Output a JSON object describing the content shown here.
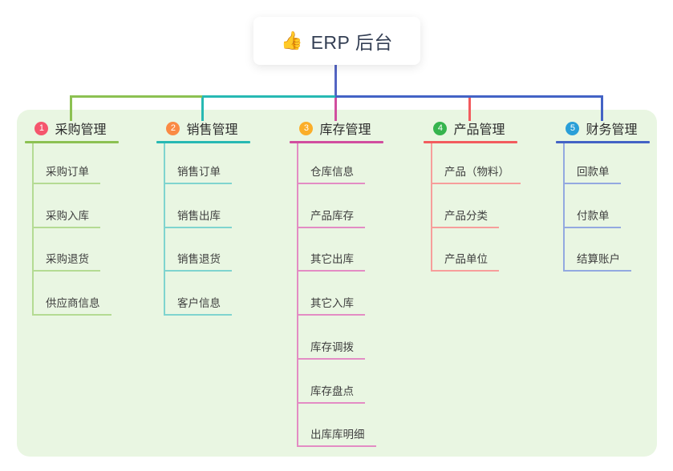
{
  "root": {
    "icon": "👍",
    "label": "ERP 后台"
  },
  "branches": [
    {
      "badge": "1",
      "label": "采购管理",
      "badge_color": "#f5566d",
      "line_color": "#8cc152",
      "light_line_color": "#b4db93",
      "children": [
        "采购订单",
        "采购入库",
        "采购退货",
        "供应商信息"
      ]
    },
    {
      "badge": "2",
      "label": "销售管理",
      "badge_color": "#fa8a44",
      "line_color": "#27b9b3",
      "light_line_color": "#7fd4cf",
      "children": [
        "销售订单",
        "销售出库",
        "销售退货",
        "客户信息"
      ]
    },
    {
      "badge": "3",
      "label": "库存管理",
      "badge_color": "#fbae29",
      "line_color": "#d14e9f",
      "light_line_color": "#e38cc4",
      "children": [
        "仓库信息",
        "产品库存",
        "其它出库",
        "其它入库",
        "库存调拨",
        "库存盘点",
        "出库库明细"
      ]
    },
    {
      "badge": "4",
      "label": "产品管理",
      "badge_color": "#36b44e",
      "line_color": "#f25b5e",
      "light_line_color": "#f79e9b",
      "children": [
        "产品（物料）",
        "产品分类",
        "产品单位"
      ]
    },
    {
      "badge": "5",
      "label": "财务管理",
      "badge_color": "#2a9fd8",
      "line_color": "#4363c5",
      "light_line_color": "#93a9e0",
      "children": [
        "回款单",
        "付款单",
        "结算账户"
      ]
    }
  ],
  "colors": {
    "page_bg": "#ffffff",
    "panel_bg": "#e9f6e2",
    "root_line": "#5465c3",
    "card_bg": "#ffffff"
  }
}
